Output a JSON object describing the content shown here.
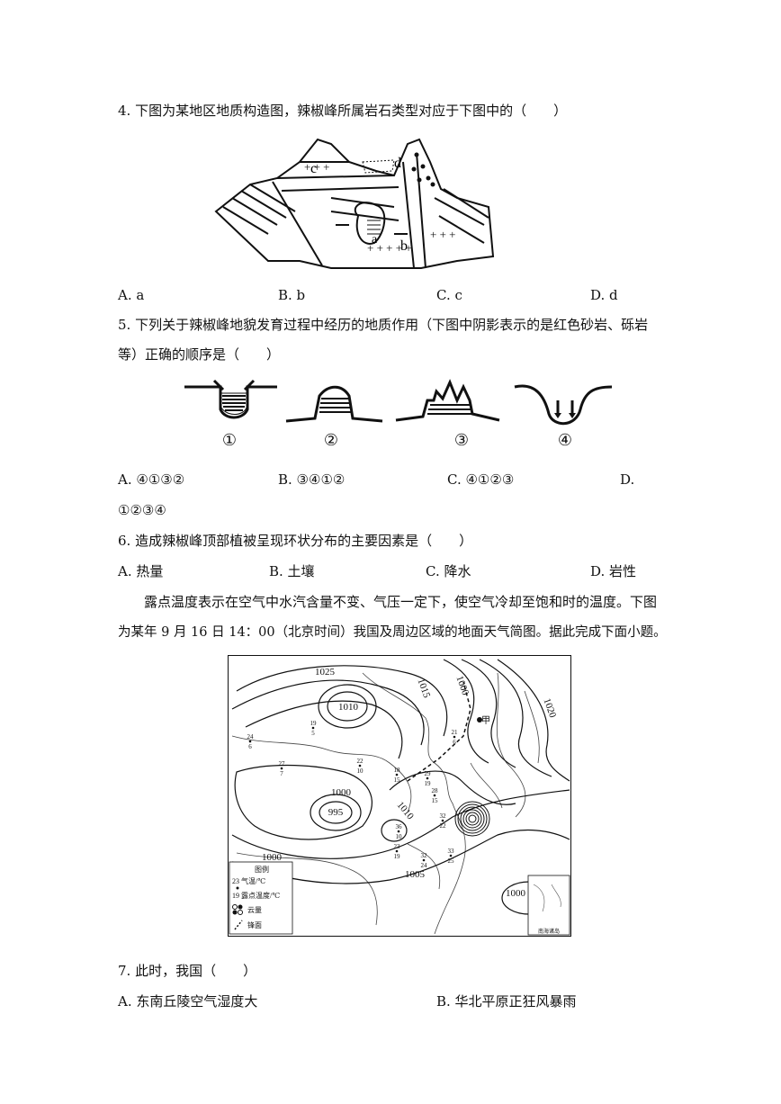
{
  "q4": {
    "stem": "4. 下图为某地区地质构造图，辣椒峰所属岩石类型对应于下图中的（　　）",
    "options": [
      "A. a",
      "B. b",
      "C. c",
      "D. d"
    ],
    "fig_labels": [
      "c",
      "d",
      "a",
      "b"
    ]
  },
  "q5": {
    "stem_line1": "5. 下列关于辣椒峰地貌发育过程中经历的地质作用（下图中阴影表示的是红色砂岩、砾岩",
    "stem_line2": "等）正确的顺序是（　　）",
    "fig_labels": [
      "①",
      "②",
      "③",
      "④"
    ],
    "options": [
      "A. ④①③②",
      "B. ③④①②",
      "C. ④①②③",
      "D."
    ],
    "option_d_cont": "①②③④"
  },
  "q6": {
    "stem": "6. 造成辣椒峰顶部植被呈现环状分布的主要因素是（　　）",
    "options": [
      "A. 热量",
      "B. 土壤",
      "C. 降水",
      "D. 岩性"
    ]
  },
  "passage": {
    "line1": "露点温度表示在空气中水汽含量不变、气压一定下，使空气冷却至饱和时的温度。下图",
    "line2": "为某年 9 月 16 日 14：00（北京时间）我国及周边区域的地面天气简图。据此完成下面小题。"
  },
  "map": {
    "isobars": [
      "1025",
      "1010",
      "1015",
      "1000",
      "1020",
      "1000",
      "995",
      "1010",
      "1000",
      "1005",
      "1000"
    ],
    "stations": [
      {
        "t": "19",
        "d": "5"
      },
      {
        "t": "24",
        "d": "6"
      },
      {
        "t": "27",
        "d": "7"
      },
      {
        "t": "22",
        "d": "10"
      },
      {
        "t": "18",
        "d": "15"
      },
      {
        "t": "29",
        "d": "19"
      },
      {
        "t": "28",
        "d": "15"
      },
      {
        "t": "32",
        "d": "22"
      },
      {
        "t": "36",
        "d": "10"
      },
      {
        "t": "23",
        "d": "19"
      },
      {
        "t": "32",
        "d": "24"
      },
      {
        "t": "33",
        "d": "25"
      },
      {
        "t": "21",
        "d": "6"
      }
    ],
    "jia": "甲",
    "legend": {
      "title": "图例",
      "temp": "23 气温/℃",
      "dew": "19 露点温度/℃",
      "cloud": "云量",
      "front": "锋面"
    },
    "inset": "南海诸岛"
  },
  "q7": {
    "stem": "7. 此时，我国（　　）",
    "options": [
      "A. 东南丘陵空气湿度大",
      "B. 华北平原正狂风暴雨"
    ]
  }
}
